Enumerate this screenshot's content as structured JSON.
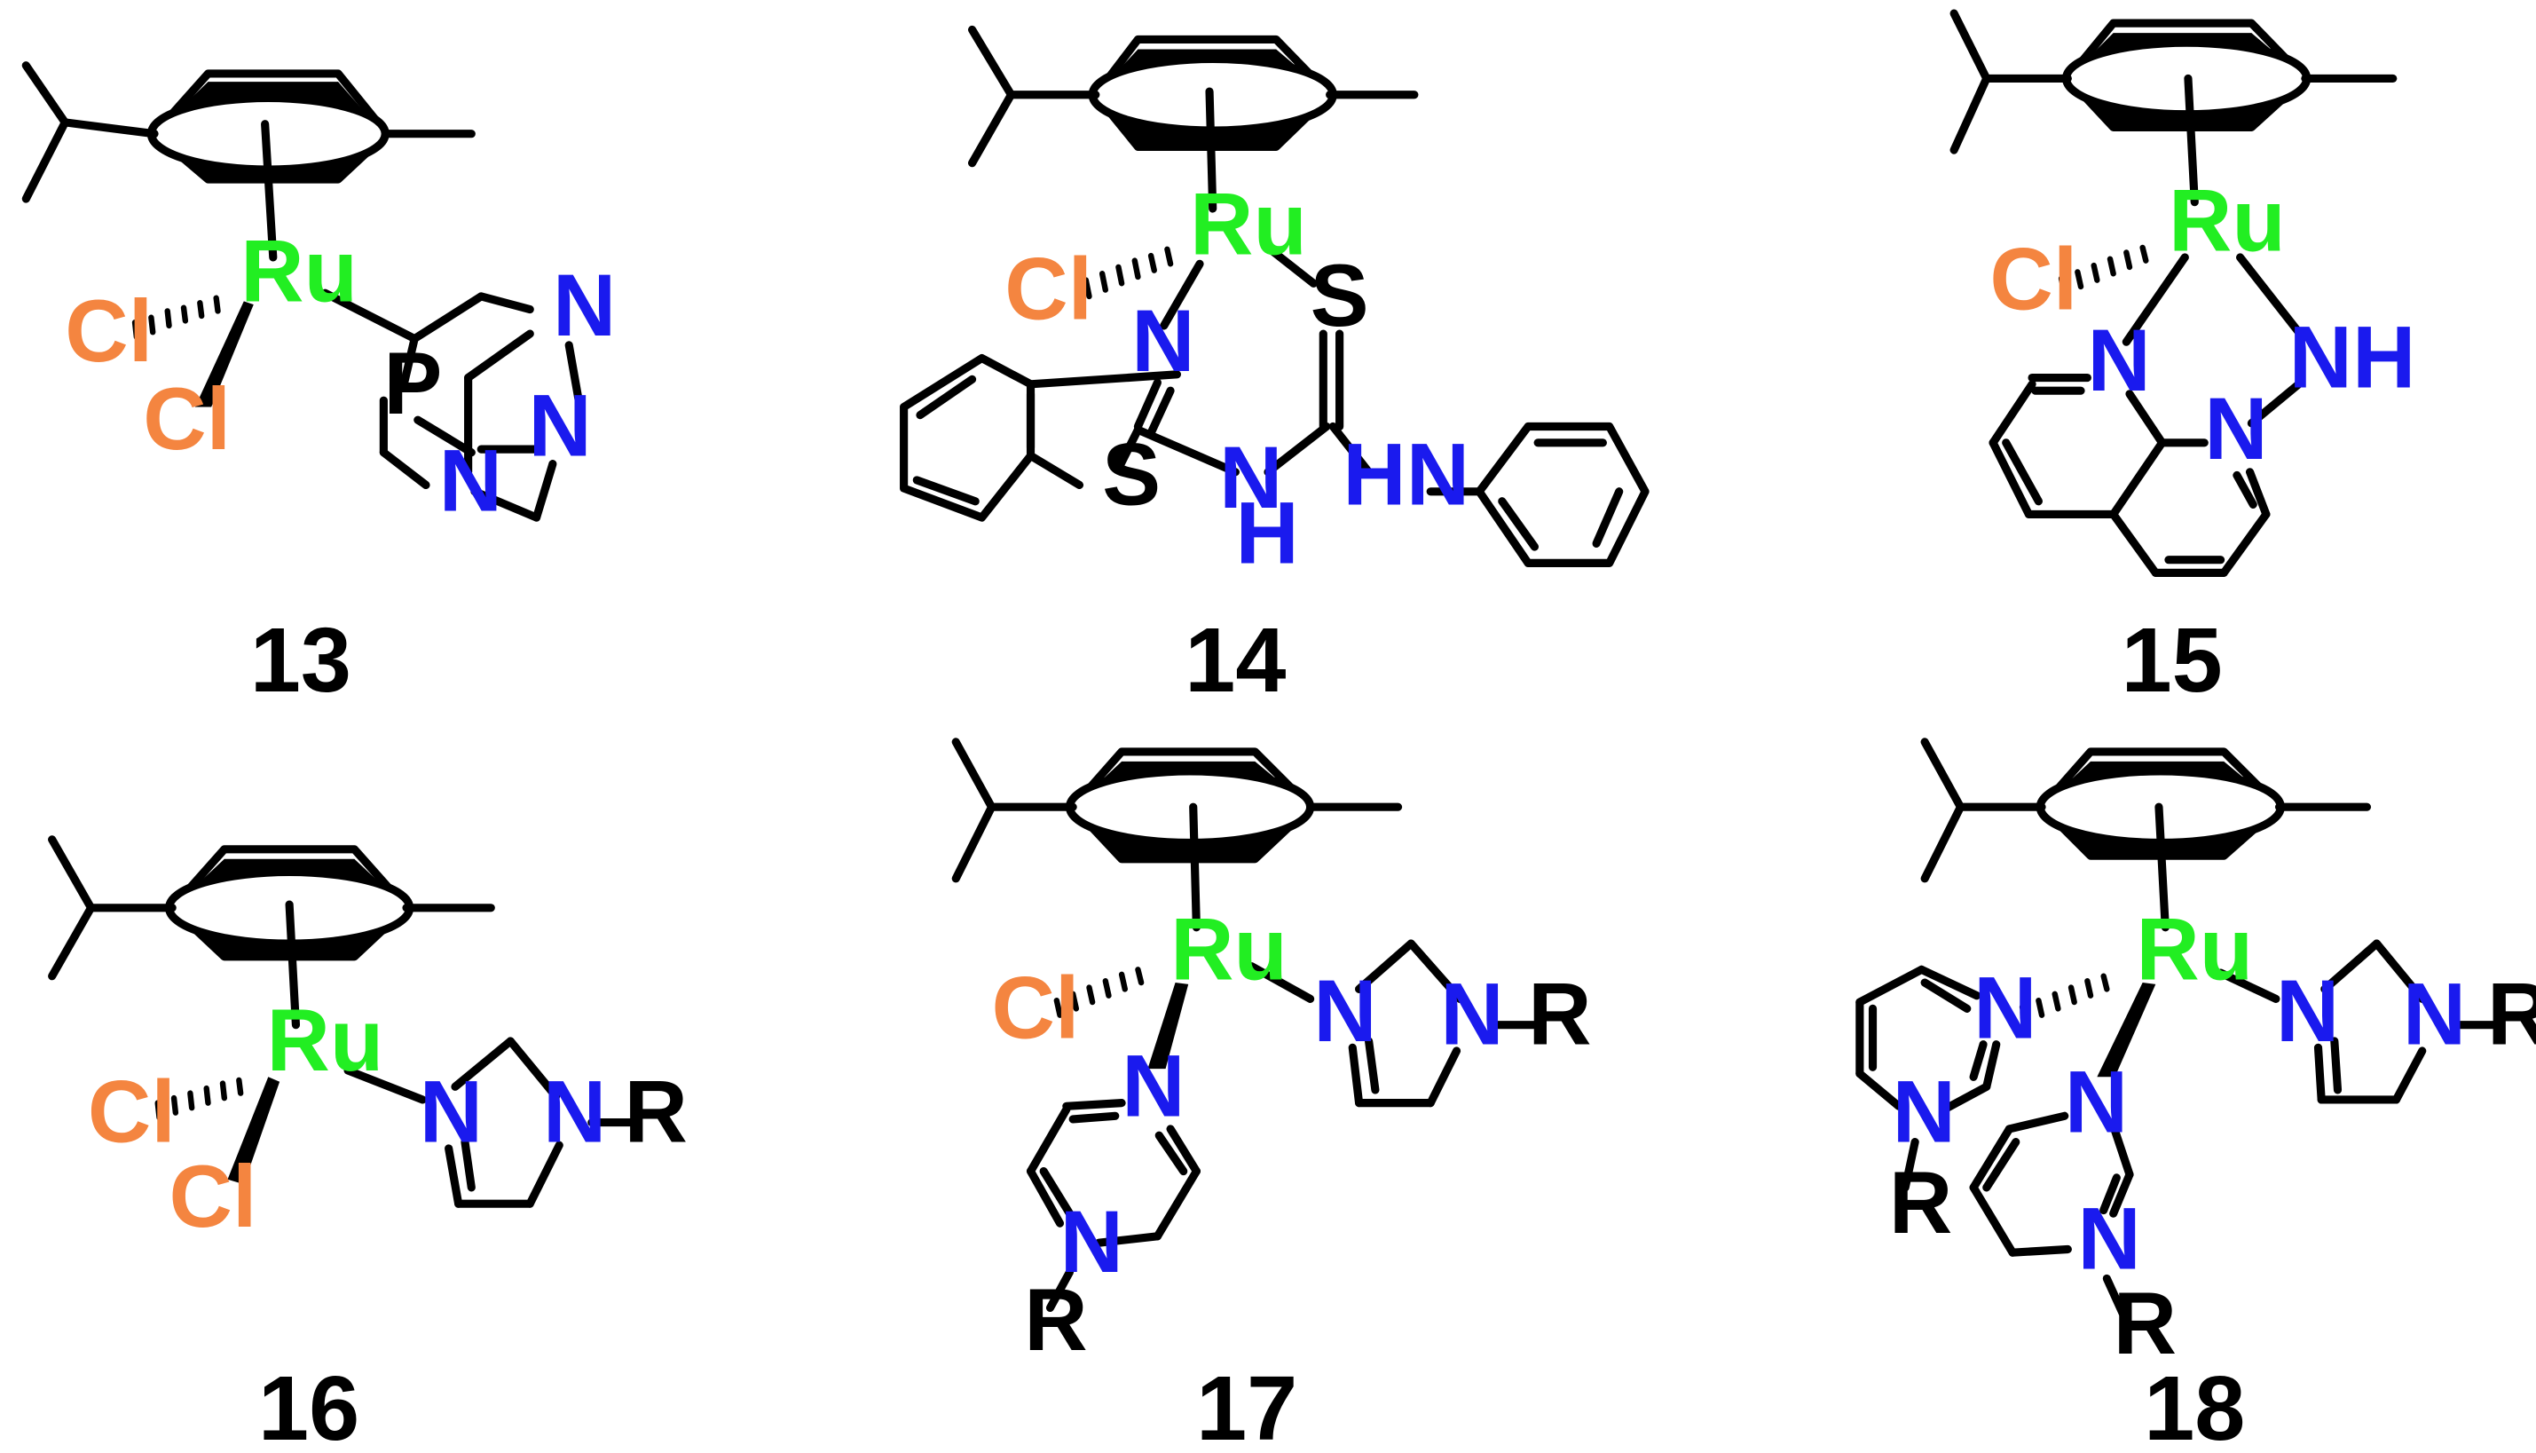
{
  "colors": {
    "bond": "#000000",
    "Ru": "#22ee22",
    "Cl": "#f48540",
    "N": "#1a1aee",
    "S": "#000000",
    "P": "#000000",
    "R": "#000000"
  },
  "compounds": [
    {
      "id": "13",
      "atoms": [
        {
          "label": "Ru",
          "el": "Ru"
        },
        {
          "label": "Cl",
          "el": "Cl"
        },
        {
          "label": "Cl",
          "el": "Cl"
        },
        {
          "label": "P",
          "el": "P"
        },
        {
          "label": "N",
          "el": "N"
        },
        {
          "label": "N",
          "el": "N"
        },
        {
          "label": "N",
          "el": "N"
        }
      ]
    },
    {
      "id": "14",
      "atoms": [
        {
          "label": "Ru",
          "el": "Ru"
        },
        {
          "label": "Cl",
          "el": "Cl"
        },
        {
          "label": "S",
          "el": "S"
        },
        {
          "label": "N",
          "el": "N"
        },
        {
          "label": "S",
          "el": "S"
        },
        {
          "label": "N",
          "el": "N"
        },
        {
          "label": "H",
          "el": "N"
        },
        {
          "label": "HN",
          "el": "N"
        }
      ]
    },
    {
      "id": "15",
      "atoms": [
        {
          "label": "Ru",
          "el": "Ru"
        },
        {
          "label": "Cl",
          "el": "Cl"
        },
        {
          "label": "N",
          "el": "N"
        },
        {
          "label": "NH",
          "el": "N"
        },
        {
          "label": "N",
          "el": "N"
        }
      ]
    },
    {
      "id": "16",
      "atoms": [
        {
          "label": "Ru",
          "el": "Ru"
        },
        {
          "label": "Cl",
          "el": "Cl"
        },
        {
          "label": "Cl",
          "el": "Cl"
        },
        {
          "label": "N",
          "el": "N"
        },
        {
          "label": "N",
          "el": "N"
        },
        {
          "label": "R",
          "el": "R"
        }
      ]
    },
    {
      "id": "17",
      "atoms": [
        {
          "label": "Ru",
          "el": "Ru"
        },
        {
          "label": "Cl",
          "el": "Cl"
        },
        {
          "label": "N",
          "el": "N"
        },
        {
          "label": "N",
          "el": "N"
        },
        {
          "label": "R",
          "el": "R"
        },
        {
          "label": "N",
          "el": "N"
        },
        {
          "label": "N",
          "el": "N"
        },
        {
          "label": "R",
          "el": "R"
        }
      ]
    },
    {
      "id": "18",
      "atoms": [
        {
          "label": "Ru",
          "el": "Ru"
        },
        {
          "label": "N",
          "el": "N"
        },
        {
          "label": "N",
          "el": "N"
        },
        {
          "label": "R",
          "el": "R"
        },
        {
          "label": "N",
          "el": "N"
        },
        {
          "label": "N",
          "el": "N"
        },
        {
          "label": "R",
          "el": "R"
        },
        {
          "label": "N",
          "el": "N"
        },
        {
          "label": "N",
          "el": "N"
        },
        {
          "label": "R",
          "el": "R"
        }
      ]
    }
  ]
}
